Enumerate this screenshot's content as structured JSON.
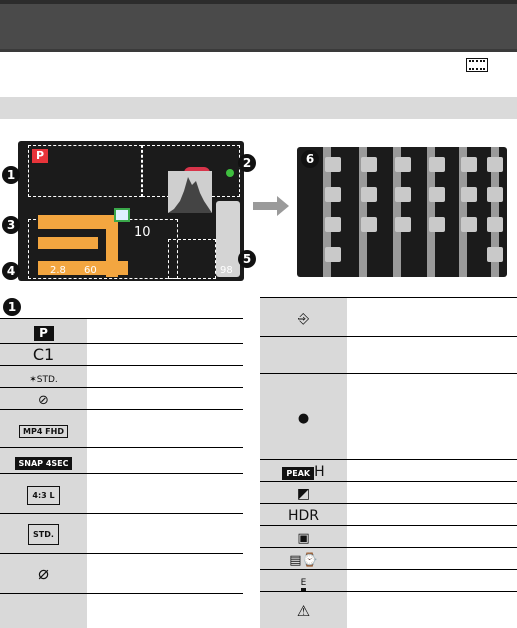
{
  "callouts": [
    "1",
    "2",
    "3",
    "4",
    "5",
    "6"
  ],
  "lcd": {
    "mode_badge": "P",
    "aperture": "2.8",
    "shutter": "60",
    "af_value": "10",
    "remaining": "98"
  },
  "left_table": {
    "section_number": "1",
    "rows": [
      {
        "icon": "program-ae-icon",
        "label": "P"
      },
      {
        "icon": "custom-mode-icon",
        "label": "C1"
      },
      {
        "icon": "photo-style-icon",
        "label": "STD."
      },
      {
        "icon": "flash-off-icon",
        "label": ""
      },
      {
        "icon": "video-format-icon",
        "label": "MP4 FHD"
      },
      {
        "icon": "snap-movie-icon",
        "label": "SNAP 4SEC"
      },
      {
        "icon": "aspect-ratio-icon",
        "label": "4:3 L"
      },
      {
        "icon": "quality-icon",
        "label": "STD."
      },
      {
        "icon": "creative-control-icon",
        "label": ""
      },
      {
        "icon": "blank",
        "label": ""
      }
    ]
  },
  "right_table": {
    "rows": [
      {
        "icon": "card-input-icon",
        "label": ""
      },
      {
        "icon": "blank",
        "label": ""
      },
      {
        "icon": "camera-icon",
        "label": ""
      },
      {
        "icon": "peaking-icon",
        "label": "H"
      },
      {
        "icon": "highlight-shadow-icon",
        "label": ""
      },
      {
        "icon": "hdr-icon",
        "label": "HDR"
      },
      {
        "icon": "multi-exposure-icon",
        "label": ""
      },
      {
        "icon": "time-lapse-icon",
        "label": ""
      },
      {
        "icon": "electronic-shutter-icon",
        "label": "E"
      },
      {
        "icon": "overheat-warning-icon",
        "label": ""
      }
    ]
  }
}
